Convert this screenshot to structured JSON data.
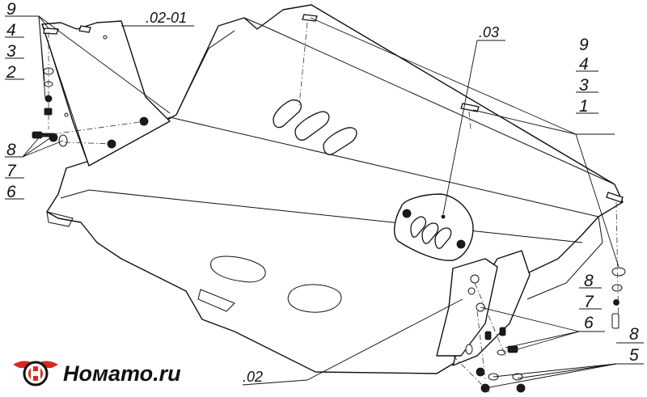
{
  "labels": {
    "part_02_01": ".02-01",
    "part_03": ".03",
    "part_02": ".02",
    "stack_left_top": [
      "9",
      "4",
      "3",
      "2"
    ],
    "stack_left_bottom": [
      "8",
      "7",
      "6"
    ],
    "stack_right_top": [
      "9",
      "4",
      "3",
      "1"
    ],
    "stack_right_mid": [
      "8",
      "7",
      "6"
    ],
    "stack_right_bottom": [
      "8",
      "5"
    ]
  },
  "logo": {
    "text": "Номато.ru",
    "accent_color": "#d42a1e"
  },
  "colors": {
    "line": "#111111",
    "background": "#ffffff"
  }
}
